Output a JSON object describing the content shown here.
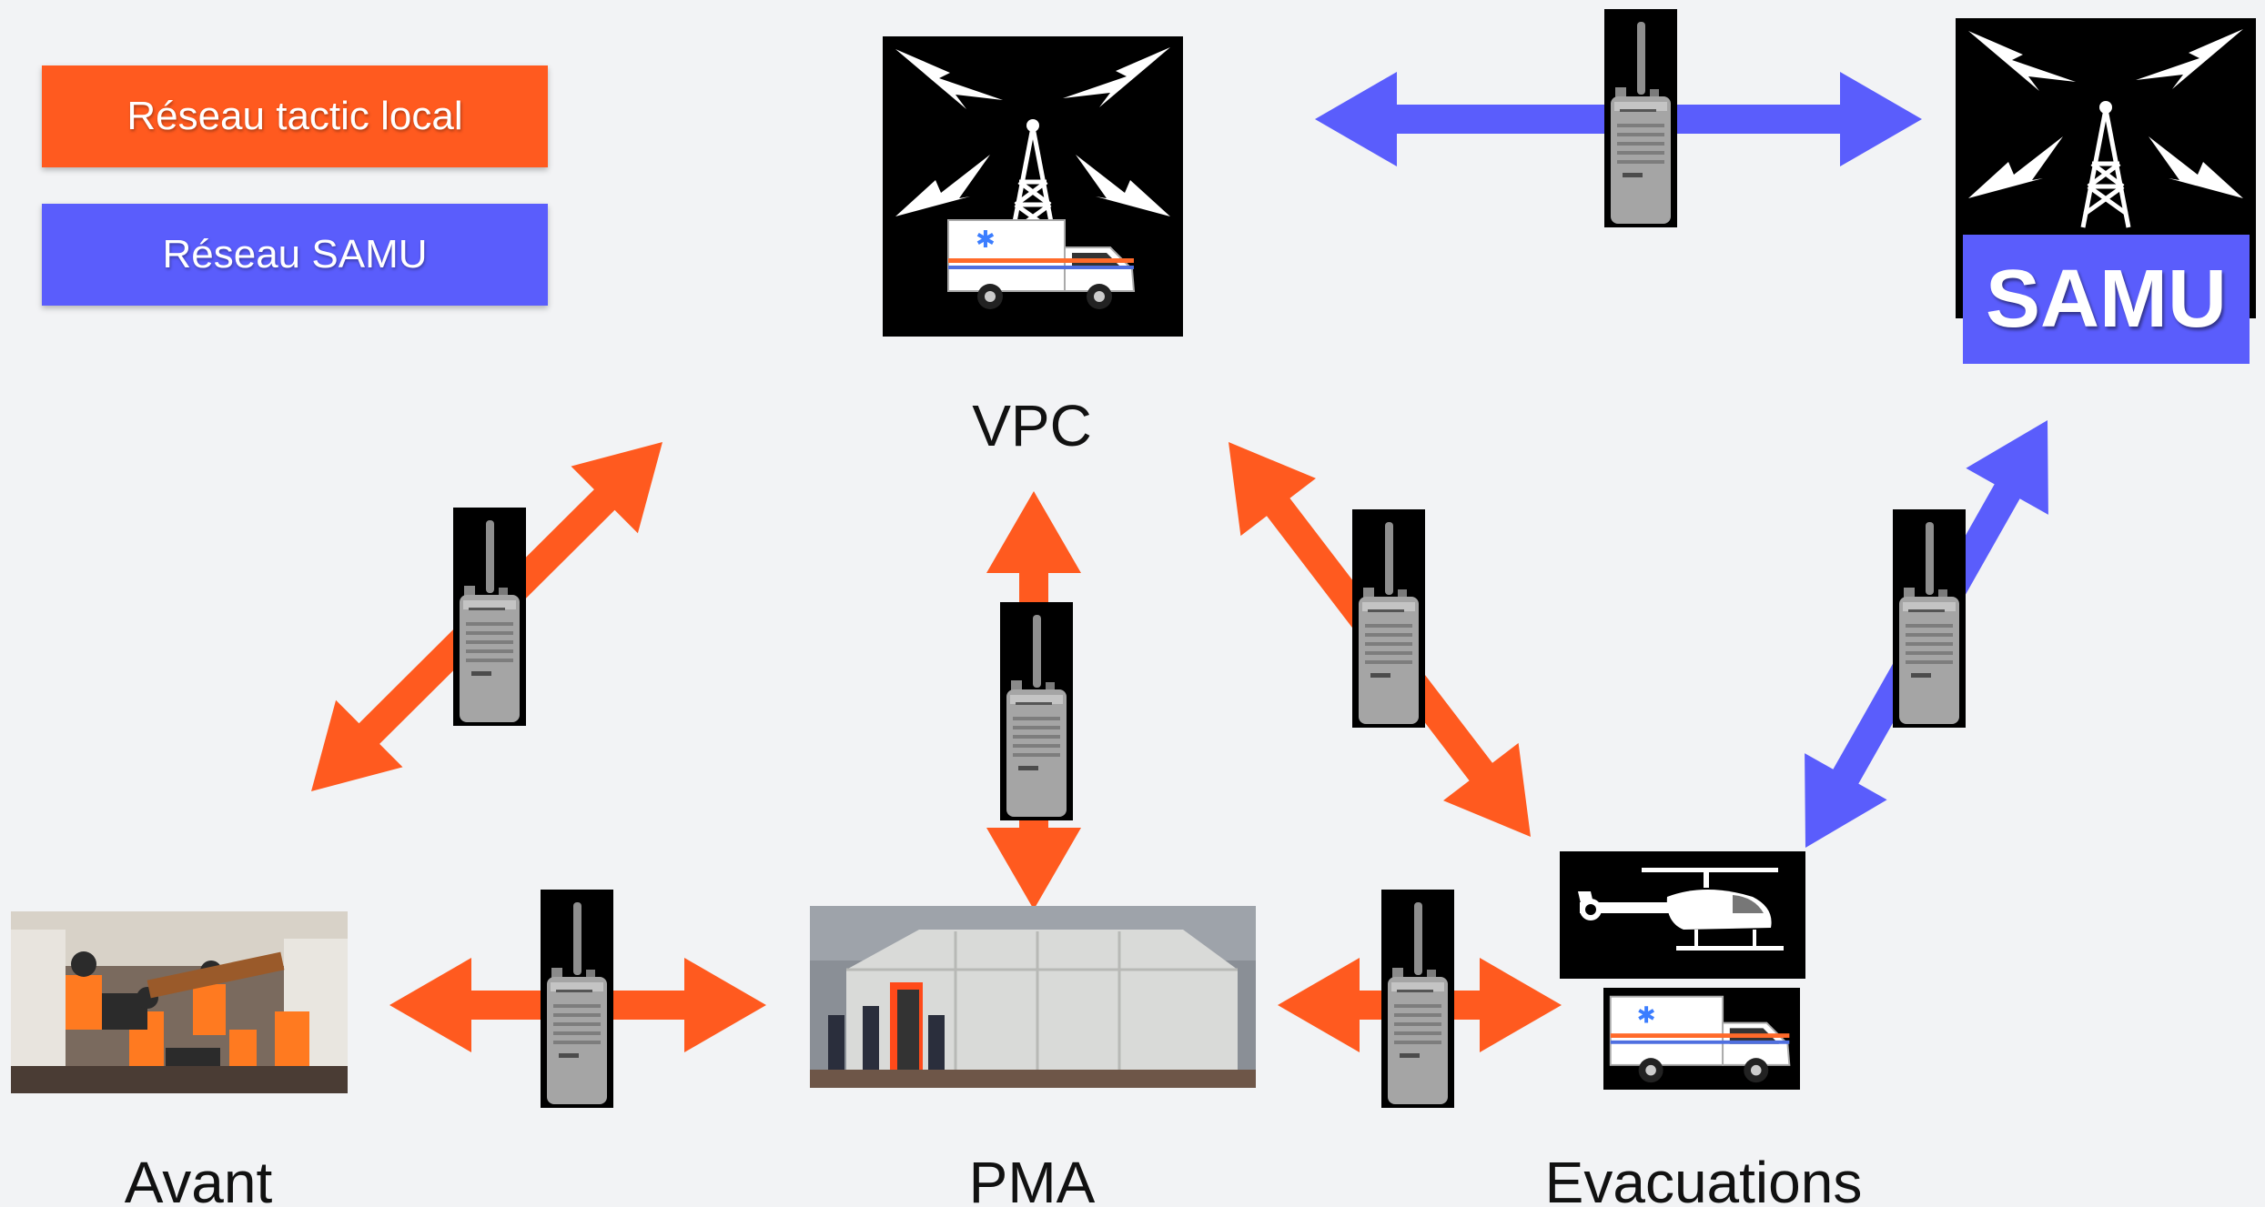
{
  "colors": {
    "local_network": "#ff5a1f",
    "samu_network": "#5a5dfc",
    "background": "#f2f3f5",
    "icon_background": "#000000"
  },
  "legend": {
    "local": "Réseau tactic local",
    "samu": "Réseau SAMU"
  },
  "nodes": {
    "vpc": {
      "label": "VPC",
      "icon": "radio-tower-ambulance-icon"
    },
    "samu": {
      "label": "",
      "banner": "SAMU",
      "icon": "radio-tower-icon"
    },
    "avant": {
      "label": "Avant",
      "icon": "rescue-photo"
    },
    "pma": {
      "label": "PMA",
      "icon": "medical-tent-photo"
    },
    "evacuations": {
      "label": "Evacuations",
      "icons": [
        "helicopter-icon",
        "ambulance-icon"
      ]
    }
  },
  "links": [
    {
      "from": "vpc",
      "to": "samu",
      "network": "samu",
      "device": "walkie-talkie-icon"
    },
    {
      "from": "vpc",
      "to": "avant",
      "network": "local",
      "device": "walkie-talkie-icon"
    },
    {
      "from": "vpc",
      "to": "pma",
      "network": "local",
      "device": "walkie-talkie-icon"
    },
    {
      "from": "vpc",
      "to": "evacuations",
      "network": "local",
      "device": "walkie-talkie-icon"
    },
    {
      "from": "samu",
      "to": "evacuations",
      "network": "samu",
      "device": "walkie-talkie-icon"
    },
    {
      "from": "avant",
      "to": "pma",
      "network": "local",
      "device": "walkie-talkie-icon"
    },
    {
      "from": "pma",
      "to": "evacuations",
      "network": "local",
      "device": "walkie-talkie-icon"
    }
  ]
}
